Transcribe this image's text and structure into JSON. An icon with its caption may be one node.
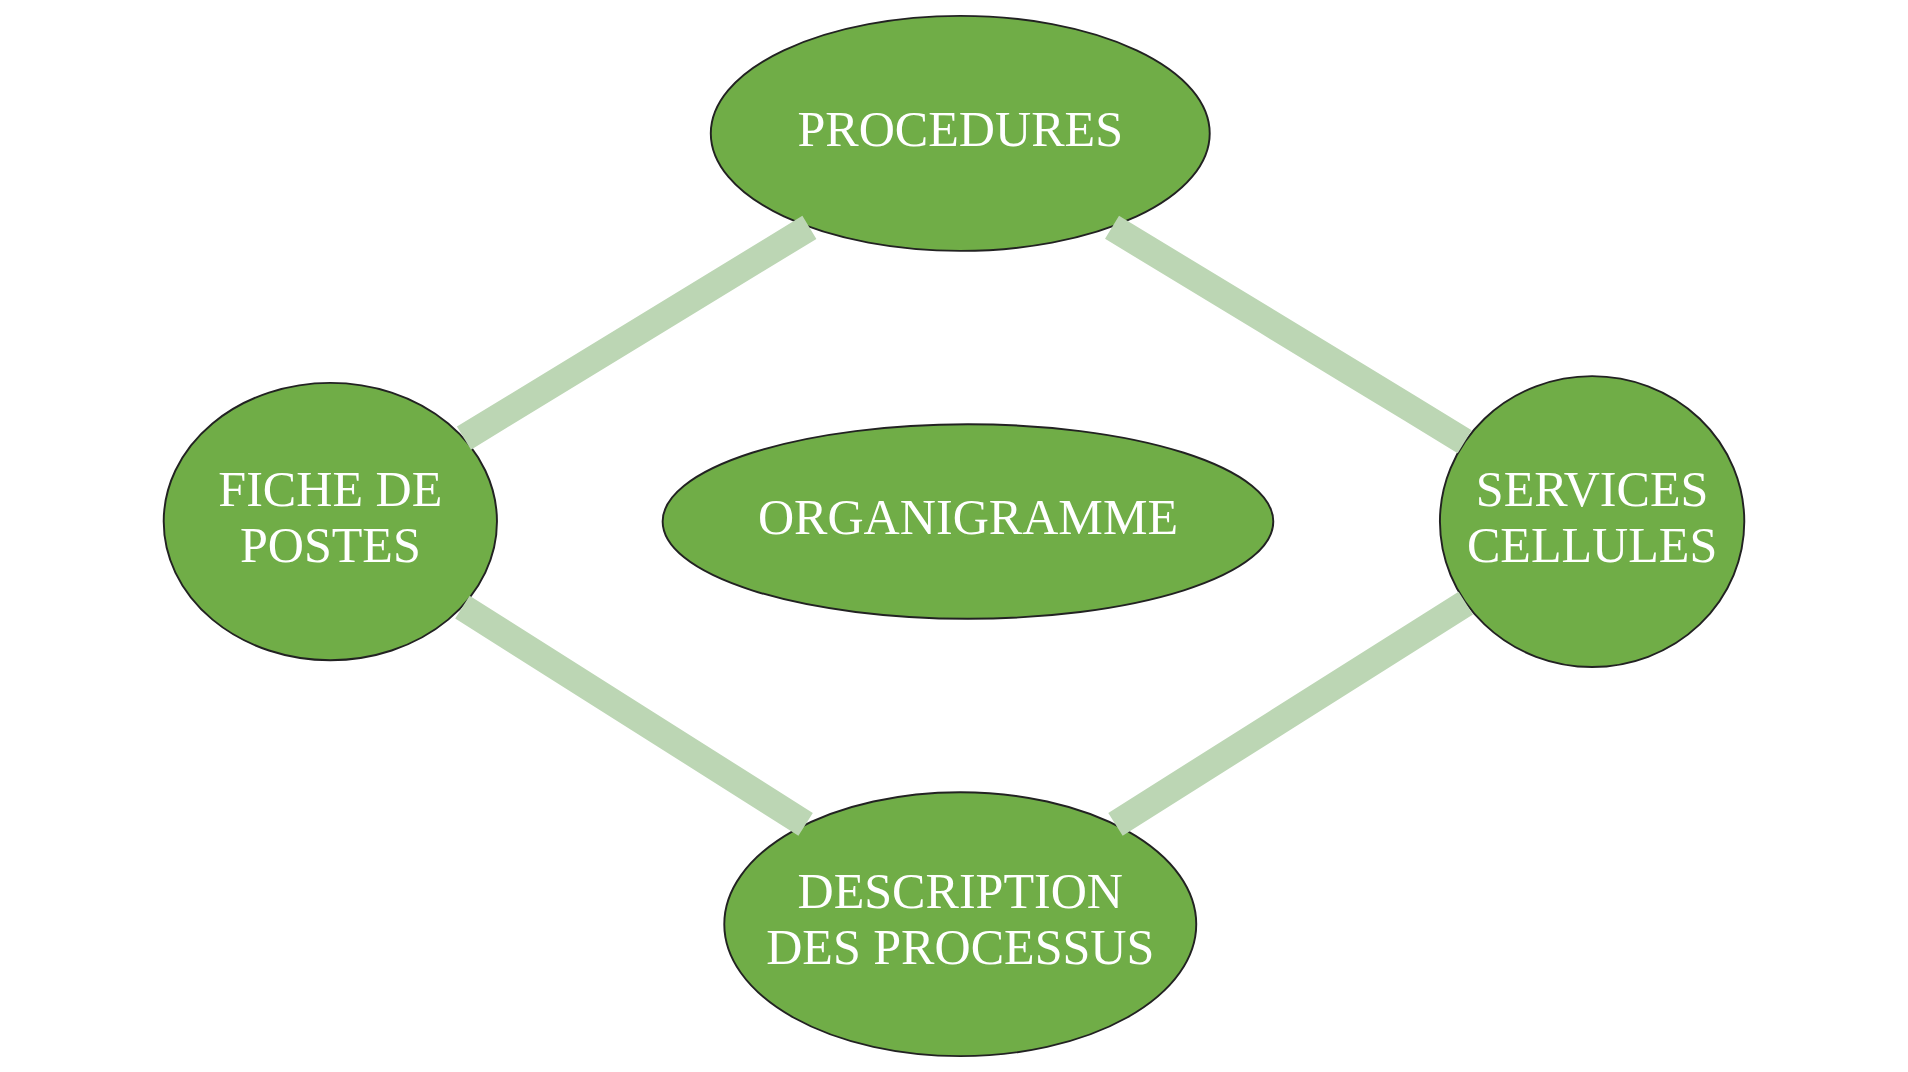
{
  "diagram": {
    "nodes": [
      {
        "text": [
          "PROCEDURES"
        ]
      },
      {
        "text": [
          "FICHE DE POSTES"
        ]
      },
      {
        "text": [
          "ORGANIGRAMME"
        ]
      },
      {
        "text": [
          "SERVICES CELLULES"
        ]
      },
      {
        "text": [
          "DESCRIPTION DES PROCESSUS"
        ]
      }
    ],
    "edges": [
      {
        "from": 0,
        "to": 3,
        "arrow": "none"
      },
      {
        "from": 3,
        "to": 4,
        "arrow": "none"
      },
      {
        "from": 1,
        "to": 4,
        "arrow": "none"
      },
      {
        "from": 0,
        "to": 1,
        "arrow": "none"
      }
    ]
  }
}
